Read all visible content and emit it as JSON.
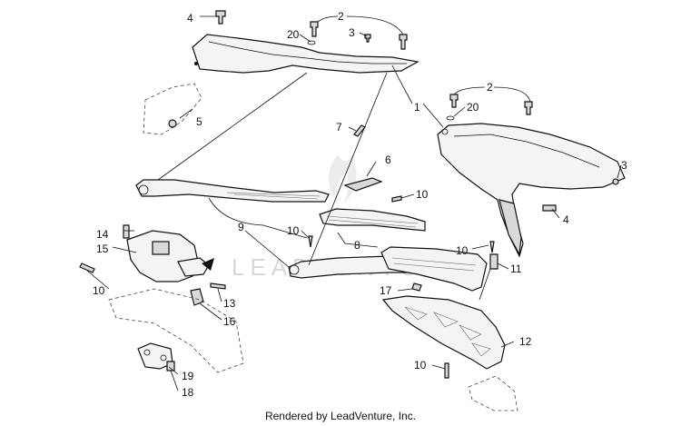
{
  "watermark": "LEADVENTURE",
  "footer": "Rendered by LeadVenture, Inc.",
  "callouts": {
    "c1": "1",
    "c2a": "2",
    "c2b": "2",
    "c3a": "3",
    "c3b": "3",
    "c4a": "4",
    "c4b": "4",
    "c5": "5",
    "c6": "6",
    "c7": "7",
    "c8": "8",
    "c9": "9",
    "c10a": "10",
    "c10b": "10",
    "c10c": "10",
    "c10d": "10",
    "c10e": "10",
    "c11": "11",
    "c12": "12",
    "c13": "13",
    "c14": "14",
    "c15": "15",
    "c16": "16",
    "c17": "17",
    "c18": "18",
    "c19": "19",
    "c20a": "20",
    "c20b": "20"
  }
}
